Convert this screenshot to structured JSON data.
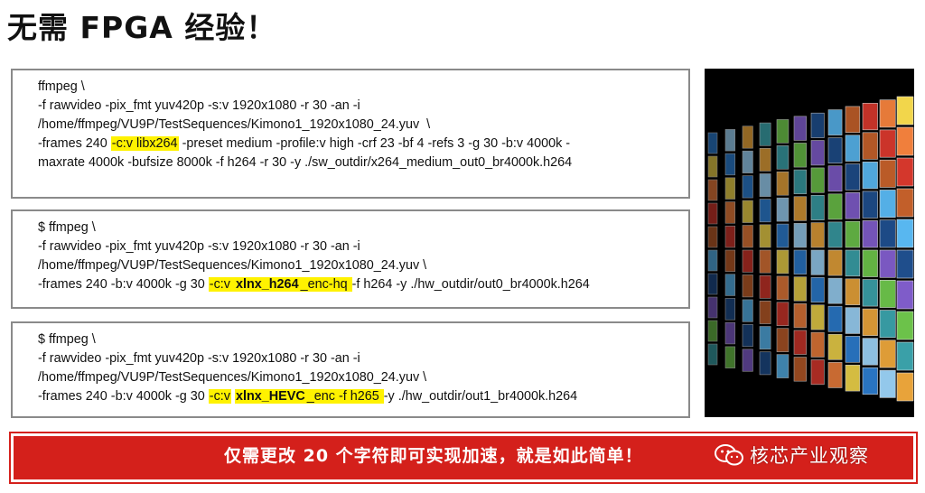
{
  "slide": {
    "title": "无需 FPGA 经验！"
  },
  "code_blocks": [
    {
      "lines": [
        [
          {
            "t": "ffmpeg \\"
          }
        ],
        [
          {
            "t": "-f rawvideo -pix_fmt yuv420p -s:v 1920x1080 -r 30 -an -i"
          }
        ],
        [
          {
            "t": "/home/ffmpeg/VU9P/TestSequences/Kimono1_1920x1080_24.yuv  \\"
          }
        ],
        [
          {
            "t": "-frames 240 "
          },
          {
            "t": "-c:v libx264",
            "hl": true
          },
          {
            "t": " -preset medium -profile:v high -crf 23 -bf 4 -refs 3 -g 30 -b:v 4000k -"
          }
        ],
        [
          {
            "t": "maxrate 4000k -bufsize 8000k -f h264 -r 30 -y ./sw_outdir/x264_medium_out0_br4000k.h264"
          }
        ]
      ]
    },
    {
      "lines": [
        [
          {
            "t": "$ ffmpeg \\"
          }
        ],
        [
          {
            "t": "-f rawvideo -pix_fmt yuv420p -s:v 1920x1080 -r 30 -an -i"
          }
        ],
        [
          {
            "t": "/home/ffmpeg/VU9P/TestSequences/Kimono1_1920x1080_24.yuv \\"
          }
        ],
        [
          {
            "t": "-frames 240 -b:v 4000k -g 30 "
          },
          {
            "t": "-c:v ",
            "hl": true
          },
          {
            "t": "xlnx_h264",
            "hl": true,
            "bold": true
          },
          {
            "t": "_enc-hq ",
            "hl": true
          },
          {
            "t": "-f h264 -y ./hw_outdir/out0_br4000k.h264"
          }
        ]
      ]
    },
    {
      "lines": [
        [
          {
            "t": "$ ffmpeg \\"
          }
        ],
        [
          {
            "t": "-f rawvideo -pix_fmt yuv420p -s:v 1920x1080 -r 30 -an -i"
          }
        ],
        [
          {
            "t": "/home/ffmpeg/VU9P/TestSequences/Kimono1_1920x1080_24.yuv \\"
          }
        ],
        [
          {
            "t": "-frames 240 -b:v 4000k -g 30 "
          },
          {
            "t": "-c:v",
            "hl": true
          },
          {
            "t": " "
          },
          {
            "t": "xlnx_HEVC",
            "hl": true,
            "bold": true
          },
          {
            "t": "_enc -f h265 ",
            "hl": true
          },
          {
            "t": "-y ./hw_outdir/out1_br4000k.h264"
          }
        ]
      ]
    }
  ],
  "banner": {
    "text": "仅需更改 20 个字符即可实现加速，就是如此简单！"
  },
  "watermark": {
    "icon": "wechat-icon",
    "text": "核芯产业观察"
  },
  "colors": {
    "highlight": "#fff200",
    "banner_red": "#d4201b",
    "box_border": "#8a8a8a"
  }
}
